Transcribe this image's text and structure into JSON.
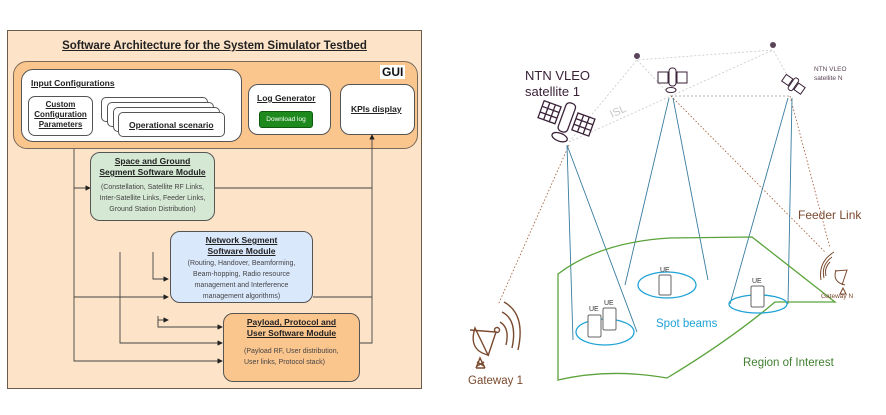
{
  "architecture": {
    "title": "Software Architecture for the System Simulator Testbed",
    "gui_label": "GUI",
    "input_configurations": {
      "title": "Input Configurations",
      "custom_params": [
        "Custom",
        "Configuration",
        "Parameters"
      ],
      "operational_scenario": "Operational scenario"
    },
    "log_generator": {
      "title": "Log Generator",
      "button_label": "Download log",
      "button_color": "#1e8a1e"
    },
    "kpis_display": "KPIs display",
    "modules": [
      {
        "title": [
          "Space and Ground",
          "Segment Software Module"
        ],
        "desc": [
          "(Constellation, Satellite RF Links,",
          "Inter-Satellite Links, Feeder Links,",
          "Ground Station Distribution)"
        ],
        "color": "#d5e8d4"
      },
      {
        "title": [
          "Network Segment",
          "Software Module"
        ],
        "desc": [
          "(Routing, Handover, Beamforming,",
          "Beam-hopping, Radio resource",
          "management and Interference",
          "management algorithms)"
        ],
        "color": "#dae8fc"
      },
      {
        "title": [
          "Payload, Protocol and",
          "User Software Module"
        ],
        "desc": [
          "(Payload RF, User distribution,",
          "User links, Protocol stack)"
        ],
        "color": "#fbc58e"
      }
    ]
  },
  "network": {
    "sat1_label": [
      "NTN VLEO",
      "satellite 1"
    ],
    "satN_label": [
      "NTN VLEO",
      "satellite N"
    ],
    "isl_label": "ISL",
    "feeder_link_label": "Feeder Link",
    "gateway1_label": "Gateway 1",
    "gatewayN_label": "Gateway N",
    "spot_beams_label": "Spot beams",
    "region_label": "Region of Interest",
    "ue_label": "UE",
    "colors": {
      "satellite": "#3a2238",
      "gateway": "#7a4a2e",
      "beam": "#1fa3d6",
      "region": "#5aa33a",
      "isl": "#c8c8c8"
    }
  }
}
